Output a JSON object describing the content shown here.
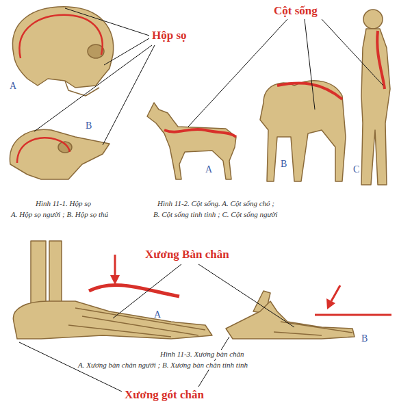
{
  "diagram": {
    "labels": [
      "Hộp sọ",
      "A",
      "B",
      "Hình 11-1. Hộp sọ",
      "A. Hộp sọ người ; B. Hộp sọ thú",
      "Cột sống",
      "A",
      "B",
      "C",
      "Hình 11-2. Cột sống. A. Cột sống chó ;",
      "B. Cột sống tinh tinh ; C. Cột sống người",
      "Xương Bàn chân",
      "A",
      "B",
      "Hình 11-3. Xương bàn chân",
      "A. Xương bàn chân người ; B. Xương bàn chân tinh tinh",
      "Xương gót chân"
    ]
  }
}
